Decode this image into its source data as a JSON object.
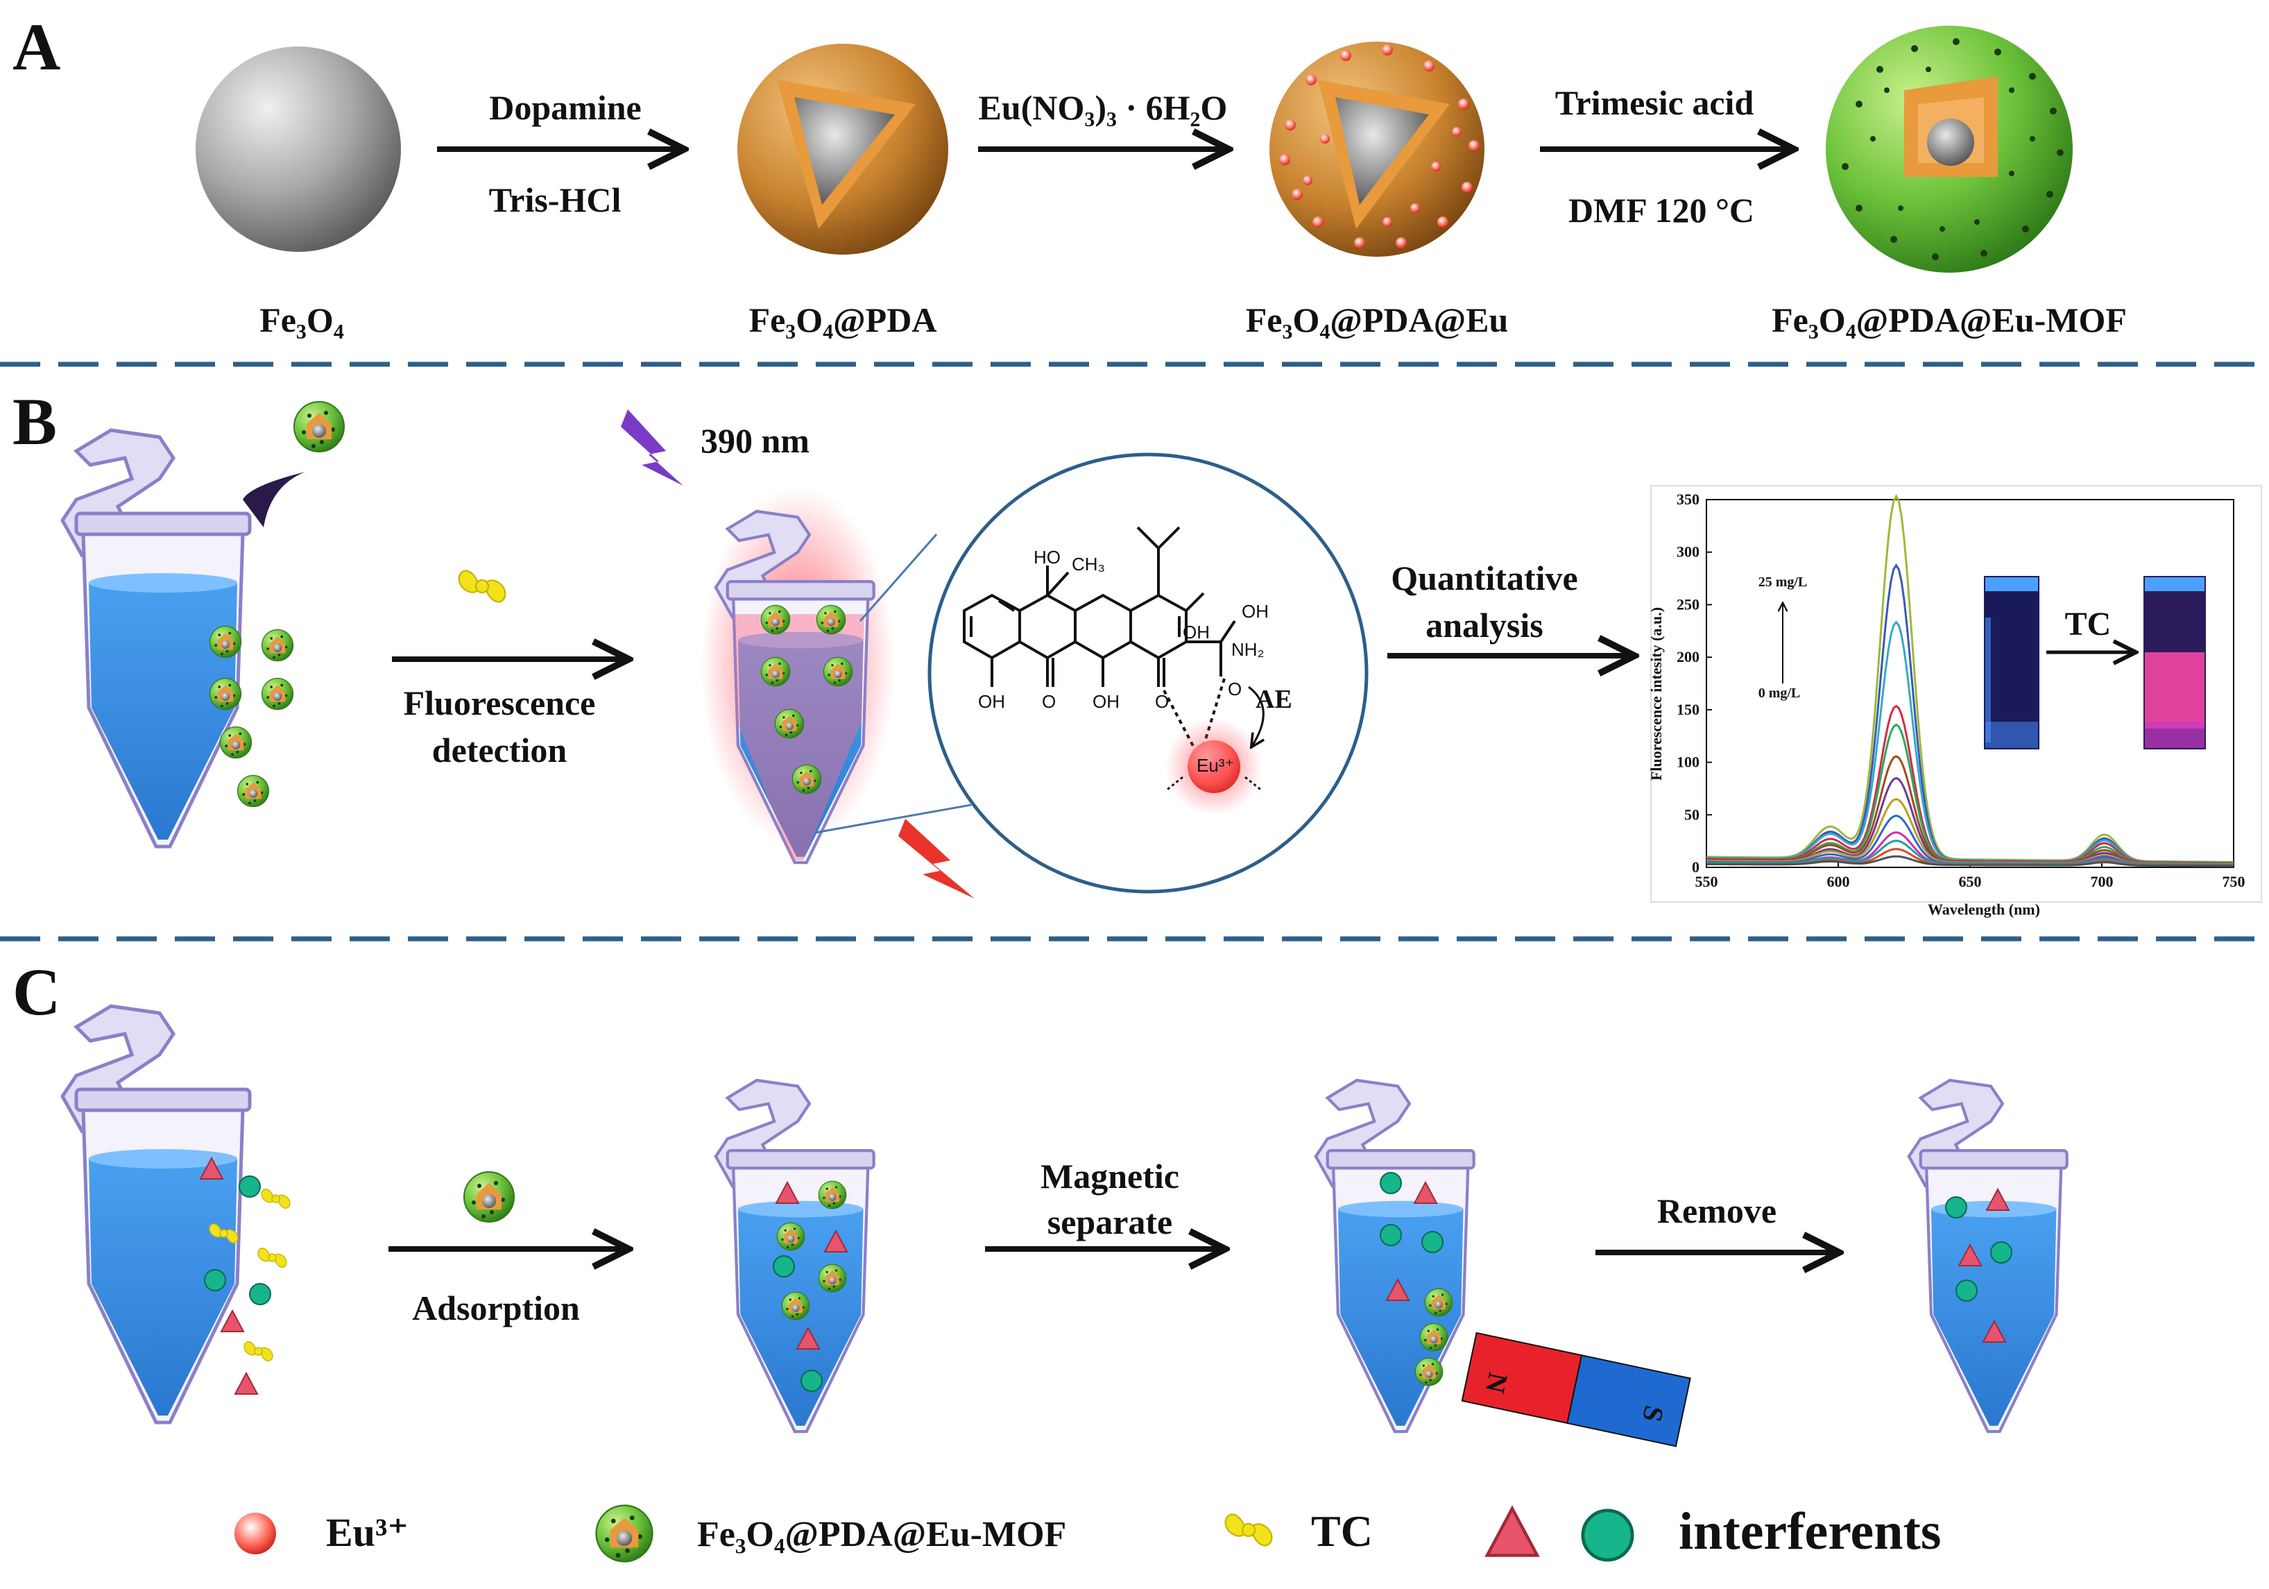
{
  "panels": {
    "a": "A",
    "b": "B",
    "c": "C"
  },
  "panel_a": {
    "step1_top": "Dopamine",
    "step1_bottom": "Tris-HCl",
    "step2_top": "Eu(NO₃)₃ · 6H₂O",
    "step3_top": "Trimesic acid",
    "step3_bottom": "DMF  120 °C",
    "label_fe3o4": "Fe₃O₄",
    "label_pda": "Fe₃O₄@PDA",
    "label_eu": "Fe₃O₄@PDA@Eu",
    "label_mof": "Fe₃O₄@PDA@Eu-MOF"
  },
  "panel_b": {
    "excitation": "390 nm",
    "arrow1_line1": "Fluorescence",
    "arrow1_line2": "detection",
    "arrow2_line1": "Quantitative",
    "arrow2_line2": "analysis",
    "chem_labels": {
      "oh_top": "HO",
      "ch3": "CH₃",
      "oh_right": "OH",
      "oh_mid": "OH",
      "nh2": "NH₂",
      "oh_bl": "OH",
      "oh_bm": "OH",
      "o1": "O",
      "o2": "O",
      "o3": "O",
      "ae": "AE",
      "eu": "Eu³⁺"
    },
    "cuvette_label": "TC",
    "conc_high": "25 mg/L",
    "conc_low": "0 mg/L"
  },
  "panel_c": {
    "adsorption": "Adsorption",
    "magnetic_line1": "Magnetic",
    "magnetic_line2": "separate",
    "remove": "Remove",
    "magnet_n": "N",
    "magnet_s": "S"
  },
  "legend": {
    "eu": "Eu³⁺",
    "mof": "Fe₃O₄@PDA@Eu-MOF",
    "tc": "TC",
    "interferents": "interferents"
  },
  "colors": {
    "dashed_line": "#2c5f8a",
    "liquid": "#3a8fe0",
    "shell_orange": "#c8822e",
    "mof_green": "#6cc23a",
    "eu_red": "#e8392e",
    "interferent_green": "#17b58c",
    "interferent_red": "#e8546c",
    "tc_yellow": "#f2e21c"
  },
  "chart_data": {
    "type": "line",
    "xlabel": "Wavelength (nm)",
    "ylabel": "Fluorescence intesity (a.u.)",
    "xlim": [
      550,
      750
    ],
    "ylim": [
      0,
      350
    ],
    "xticks": [
      550,
      600,
      650,
      700,
      750
    ],
    "yticks": [
      0,
      50,
      100,
      150,
      200,
      250,
      300,
      350
    ],
    "peak_main": 622,
    "peak_minor1": 597,
    "peak_minor2": 701,
    "series": [
      {
        "color": "#9fb83a",
        "peak": 345,
        "minor1": 30,
        "minor2": 25,
        "base": 10
      },
      {
        "color": "#3a58b8",
        "peak": 280,
        "minor1": 26,
        "minor2": 22,
        "base": 9
      },
      {
        "color": "#38a8c8",
        "peak": 226,
        "minor1": 24,
        "minor2": 20,
        "base": 9
      },
      {
        "color": "#d62a48",
        "peak": 147,
        "minor1": 20,
        "minor2": 18,
        "base": 8
      },
      {
        "color": "#2ea85a",
        "peak": 130,
        "minor1": 17,
        "minor2": 15,
        "base": 7
      },
      {
        "color": "#a04a20",
        "peak": 100,
        "minor1": 15,
        "minor2": 12,
        "base": 7
      },
      {
        "color": "#6b3a98",
        "peak": 80,
        "minor1": 12,
        "minor2": 10,
        "base": 6
      },
      {
        "color": "#b8a020",
        "peak": 60,
        "minor1": 10,
        "minor2": 8,
        "base": 6
      },
      {
        "color": "#2a6ac8",
        "peak": 45,
        "minor1": 8,
        "minor2": 7,
        "base": 5
      },
      {
        "color": "#d62aa8",
        "peak": 30,
        "minor1": 6,
        "minor2": 6,
        "base": 4
      },
      {
        "color": "#20a0a0",
        "peak": 22,
        "minor1": 5,
        "minor2": 5,
        "base": 4
      },
      {
        "color": "#d64a2a",
        "peak": 15,
        "minor1": 4,
        "minor2": 4,
        "base": 3
      },
      {
        "color": "#505050",
        "peak": 8,
        "minor1": 3,
        "minor2": 3,
        "base": 3
      }
    ]
  }
}
